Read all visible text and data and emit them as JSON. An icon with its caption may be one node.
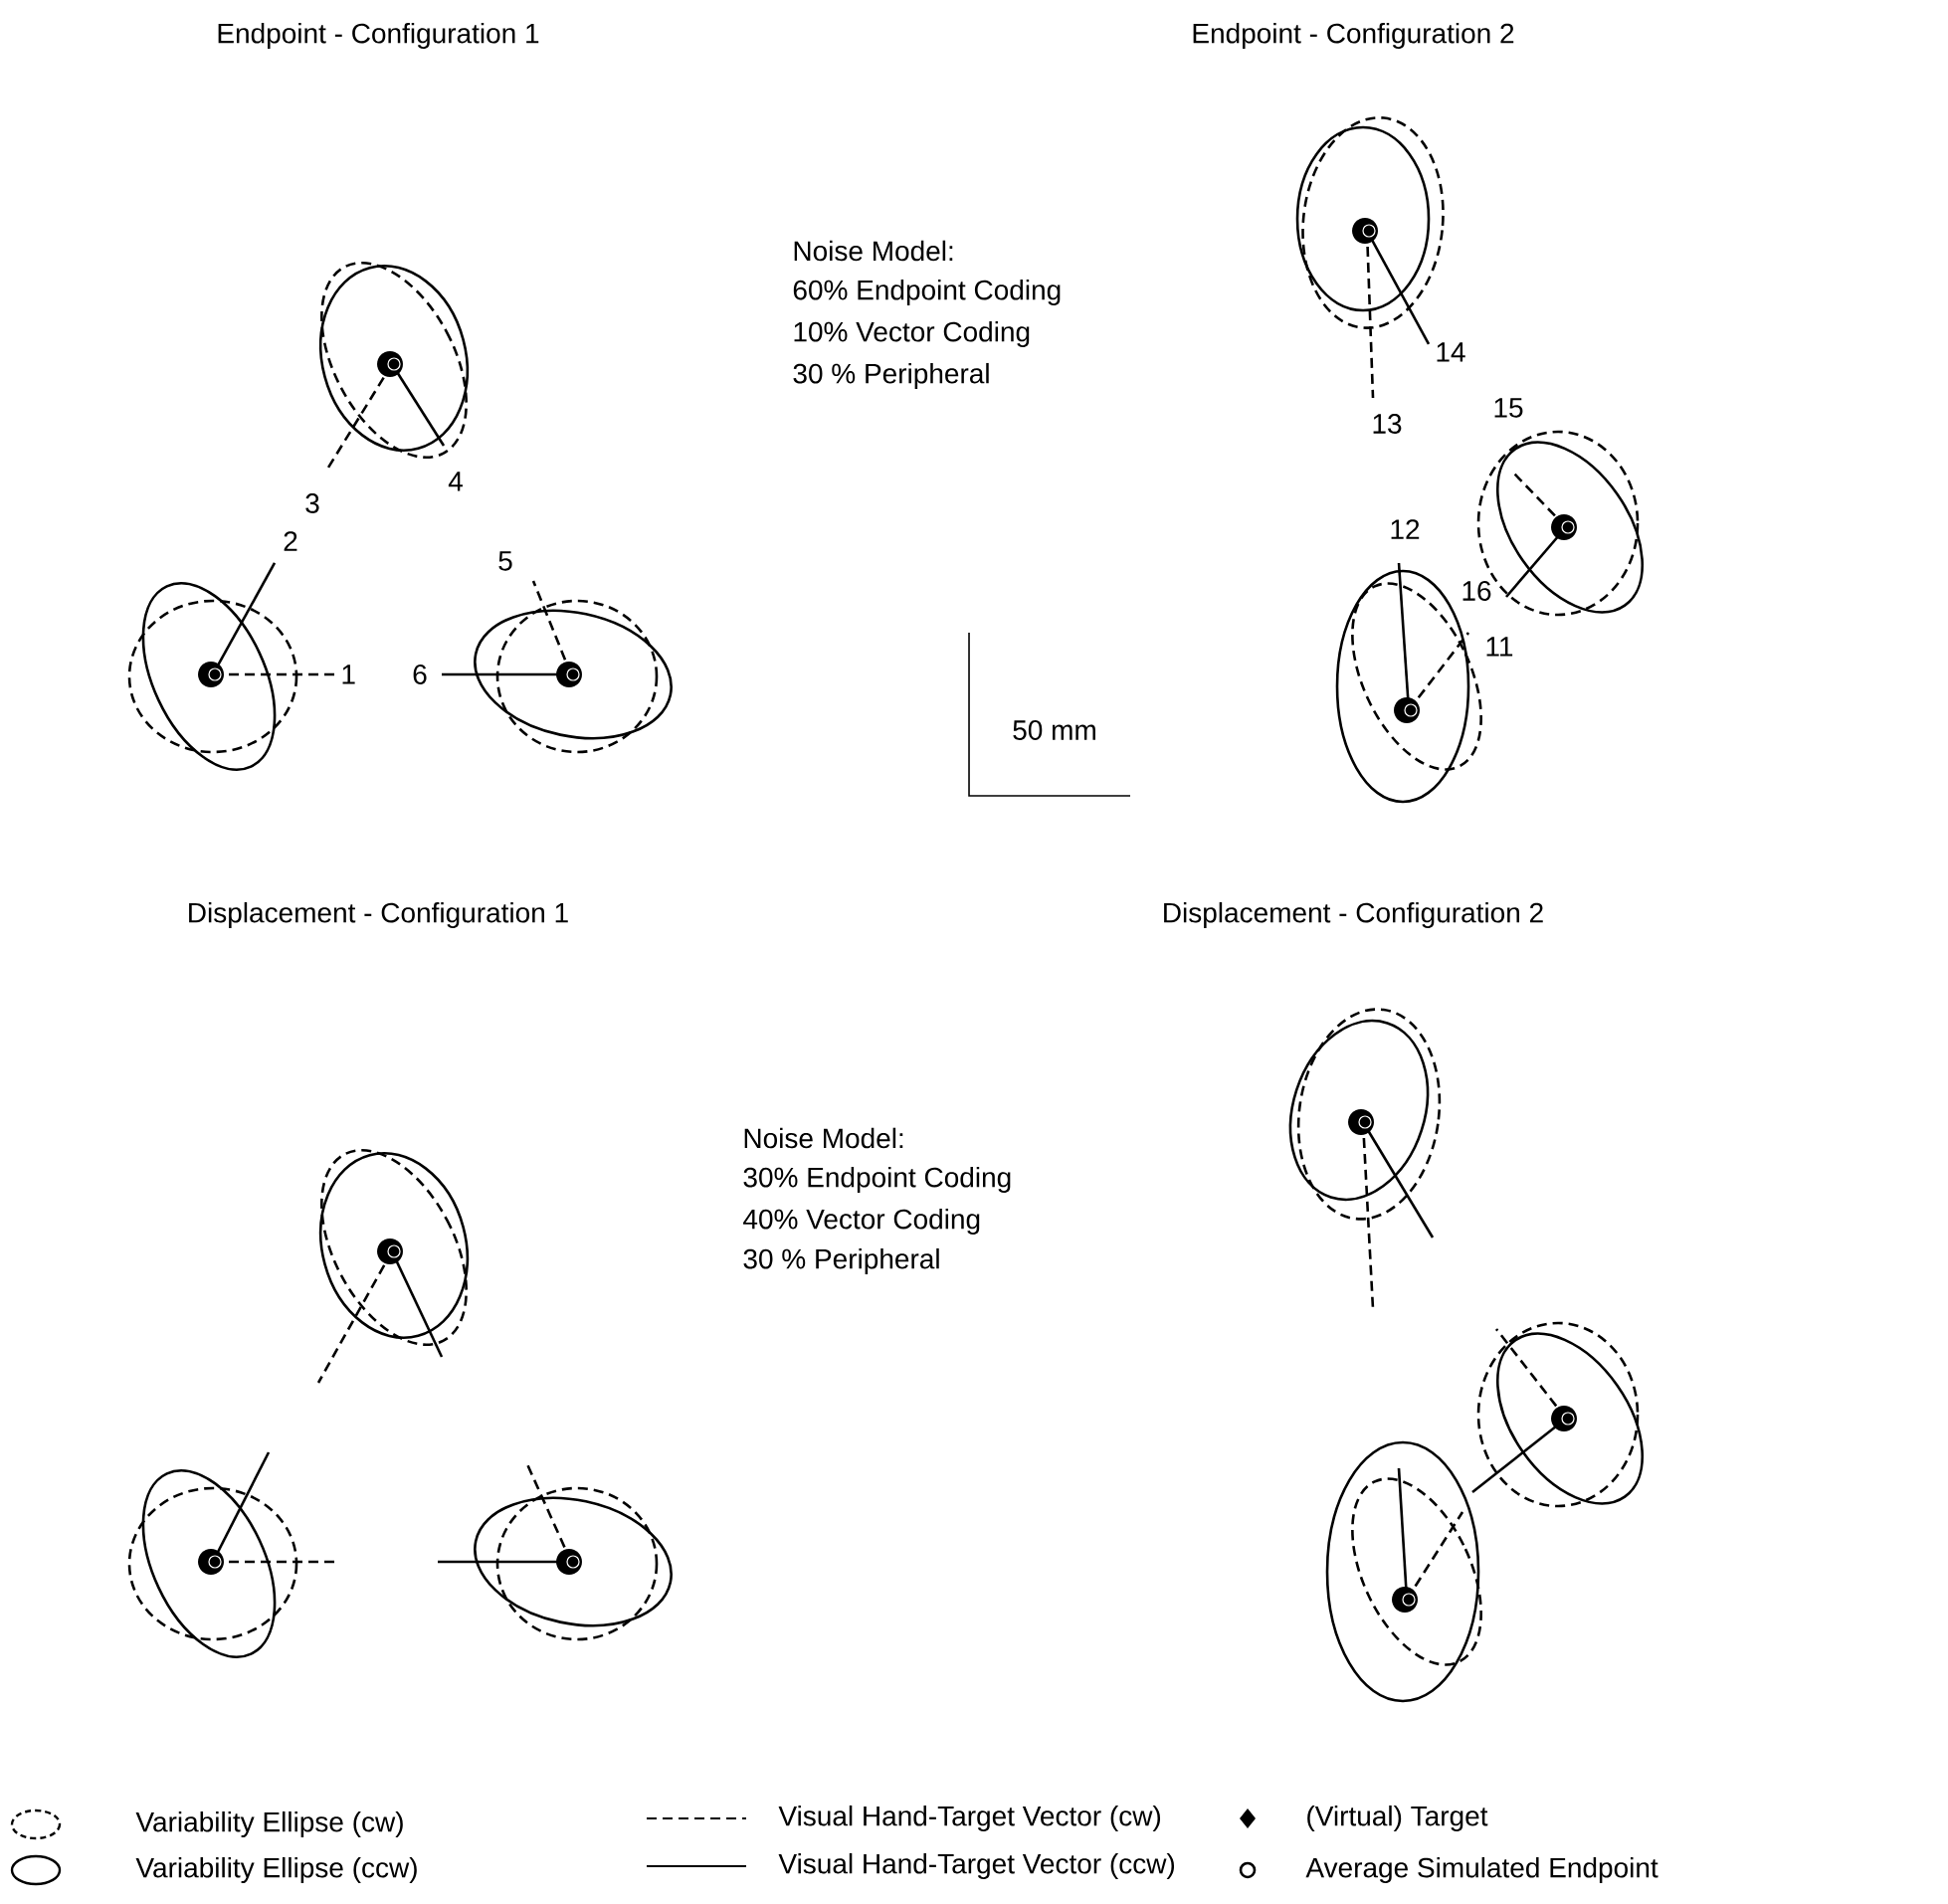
{
  "diagram": {
    "labels": [
      "Endpoint - Configuration 1",
      "Endpoint - Configuration 2",
      "Noise Model:",
      "60% Endpoint Coding",
      "10% Vector Coding",
      "30 % Peripheral",
      "14",
      "4",
      "13",
      "15",
      "3",
      "12",
      "2",
      "5",
      "16",
      "11",
      "1",
      "6",
      "50 mm",
      "Displacement - Configuration 1",
      "Displacement - Configuration 2",
      "Noise Model:",
      "30% Endpoint Coding",
      "40% Vector Coding",
      "30 % Peripheral"
    ],
    "legend": [
      {
        "text": "Variability Ellipse (cw)"
      },
      {
        "text": "Visual Hand-Target Vector (cw)"
      },
      {
        "text": "(Virtual) Target"
      },
      {
        "text": "Variability Ellipse (ccw)"
      },
      {
        "text": "Visual Hand-Target Vector (ccw)"
      },
      {
        "text": "Average Simulated Endpoint"
      }
    ]
  }
}
